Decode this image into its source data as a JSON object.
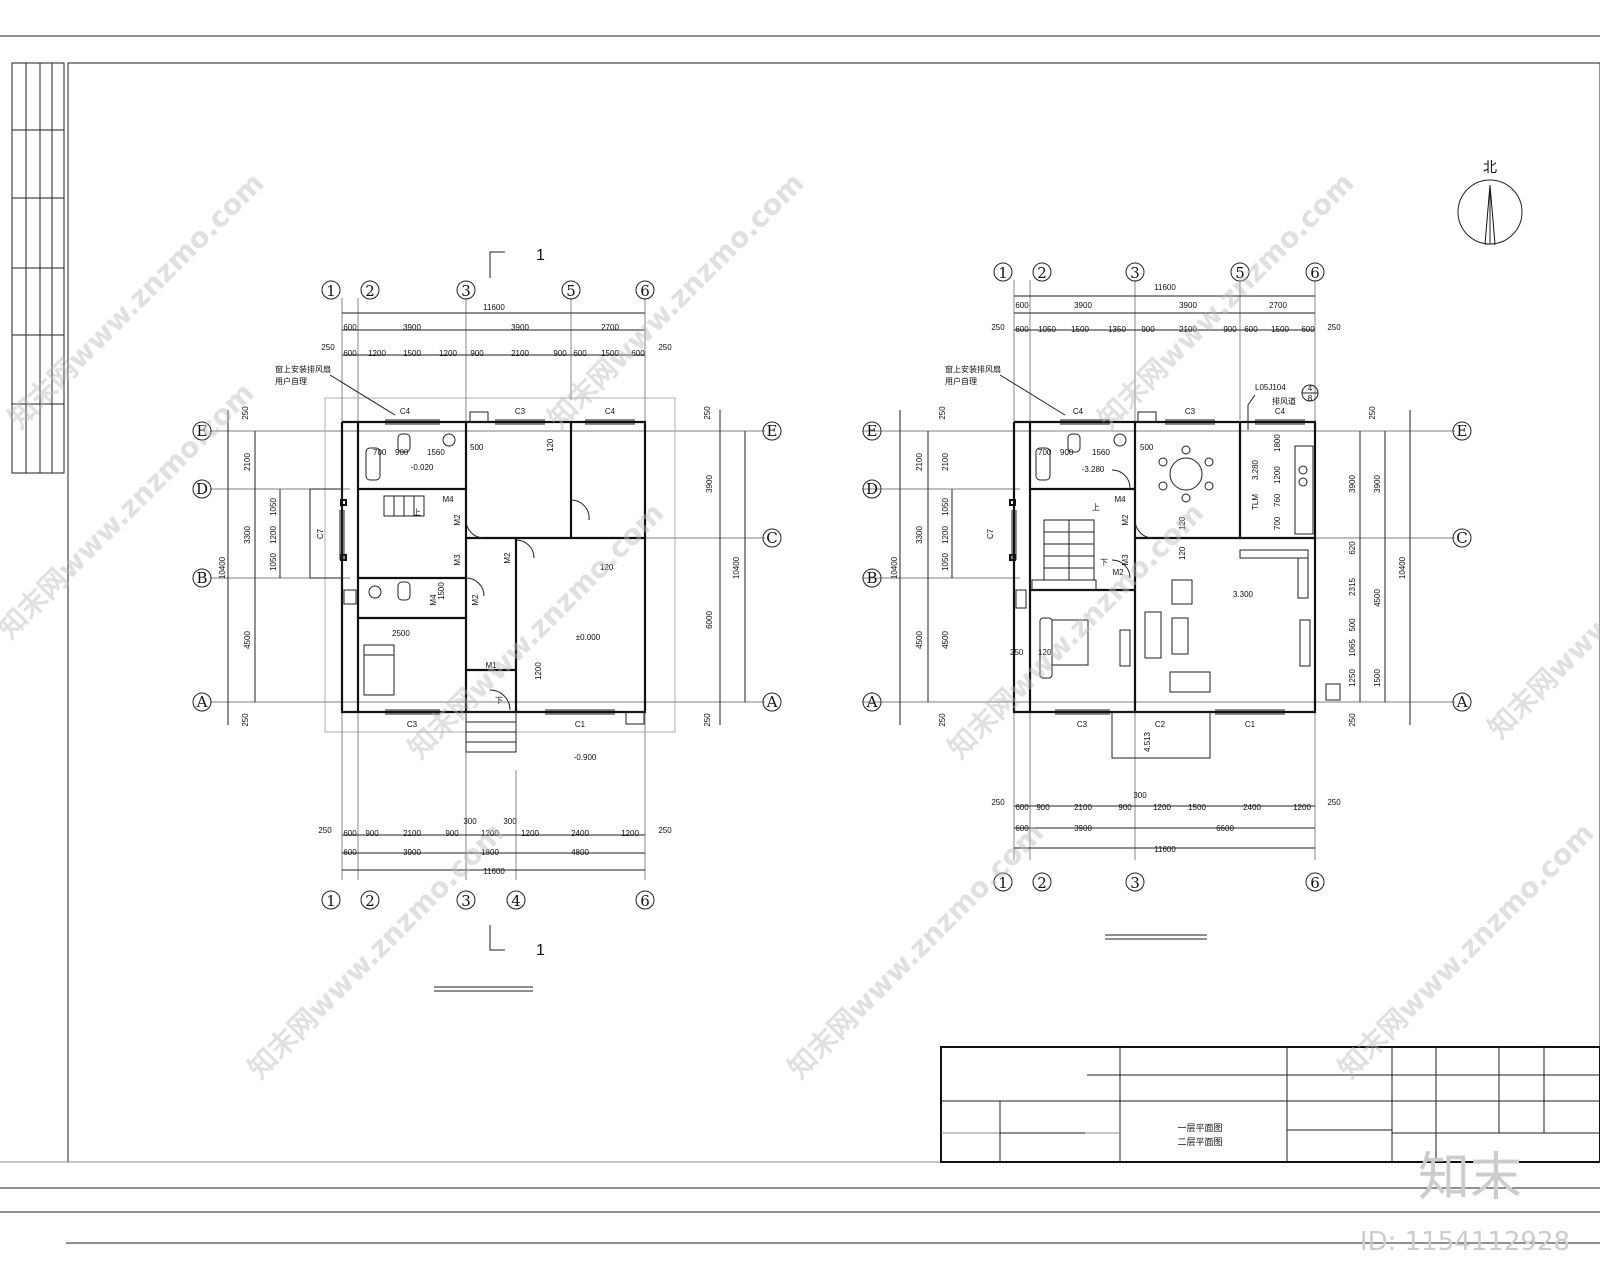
{
  "sheet": {
    "title_block_lines": [
      "一层平面图",
      "二层平面图"
    ]
  },
  "north": {
    "label": "北"
  },
  "left_plan": {
    "section_mark": "1",
    "axes_top": [
      "1",
      "2",
      "3",
      "5",
      "6"
    ],
    "axes_bottom": [
      "1",
      "2",
      "3",
      "4",
      "6"
    ],
    "axes_side": [
      "E",
      "D",
      "C",
      "B",
      "A"
    ],
    "top_total": "11600",
    "top_row1": [
      "600",
      "3900",
      "3900",
      "2700"
    ],
    "top_row2": [
      "600",
      "1200",
      "1500",
      "1200",
      "900",
      "2100",
      "900",
      "600",
      "1500",
      "600"
    ],
    "bottom_row1": [
      "600",
      "900",
      "2100",
      "900",
      "1200",
      "1200",
      "2400",
      "1200"
    ],
    "bottom_row2": [
      "600",
      "3900",
      "1800",
      "4800"
    ],
    "bottom_total": "11600",
    "edge": "250",
    "left_dims": [
      "2100",
      "3300",
      "4500",
      "10400",
      "1050",
      "1200",
      "1050"
    ],
    "right_dims": [
      "3900",
      "6000",
      "10400"
    ],
    "note_line1": "窗上安装排风扇",
    "note_line2": "用户自理",
    "labels": {
      "c4a": "C4",
      "c3": "C3",
      "c4b": "C4",
      "c7": "C7",
      "c3b": "C3",
      "c1": "C1",
      "m4": "M4",
      "m2": "M2",
      "m3": "M3",
      "m2b": "M2",
      "m2c": "M2",
      "m4b": "M4",
      "m1": "M1",
      "elev1": "-0.020",
      "elev2": "±0.000",
      "elev3": "-0.900",
      "d700": "700",
      "d900": "900",
      "d1560": "1560",
      "d500": "500",
      "d120": "120",
      "d1200": "1200",
      "d2500": "2500",
      "d1500": "1500",
      "shang": "上",
      "xia": "下",
      "s300": "300"
    }
  },
  "right_plan": {
    "axes_top": [
      "1",
      "2",
      "3",
      "5",
      "6"
    ],
    "axes_bottom": [
      "1",
      "2",
      "3",
      "6"
    ],
    "axes_side": [
      "E",
      "D",
      "C",
      "B",
      "A"
    ],
    "top_total": "11600",
    "top_row1": [
      "600",
      "3900",
      "3900",
      "2700"
    ],
    "top_row2": [
      "600",
      "1050",
      "1500",
      "1350",
      "900",
      "2100",
      "900",
      "600",
      "1500",
      "600"
    ],
    "bottom_row1": [
      "600",
      "900",
      "2100",
      "900",
      "1200",
      "1500",
      "2400",
      "1200"
    ],
    "bottom_row2": [
      "600",
      "3900",
      "6600"
    ],
    "bottom_total": "11600",
    "edge": "250",
    "left_dims": [
      "2100",
      "3300",
      "4500",
      "10400",
      "1050",
      "1200",
      "1050"
    ],
    "right_dims": [
      "3900",
      "620",
      "2315",
      "500",
      "1065",
      "1250",
      "1500",
      "4500",
      "10400"
    ],
    "note_line1": "窗上安装排风扇",
    "note_line2": "用户自理",
    "ref_line1": "L05J104",
    "ref_line2": "排风道",
    "ref_num": "4",
    "ref_sub": "8",
    "labels": {
      "c4a": "C4",
      "c3": "C3",
      "c4b": "C4",
      "c7": "C7",
      "c3b": "C3",
      "c2": "C2",
      "c1": "C1",
      "m4": "M4",
      "m2": "M2",
      "m3": "M3",
      "m2b": "M2",
      "elev1": "-3.280",
      "elev2": "3.280",
      "elev3": "3.300",
      "elev4": "4.513",
      "d700": "700",
      "d900": "900",
      "d1560": "1560",
      "d500": "500",
      "d120": "120",
      "d250": "250",
      "k1": "1800",
      "k2": "1200",
      "k3": "700",
      "k4": "760",
      "tlm": "TLM",
      "shang": "上",
      "xia": "下",
      "s300": "300"
    }
  },
  "watermark": {
    "text": "知末网www.znzmo.com",
    "brand": "知末",
    "id": "ID: 1154112928"
  }
}
